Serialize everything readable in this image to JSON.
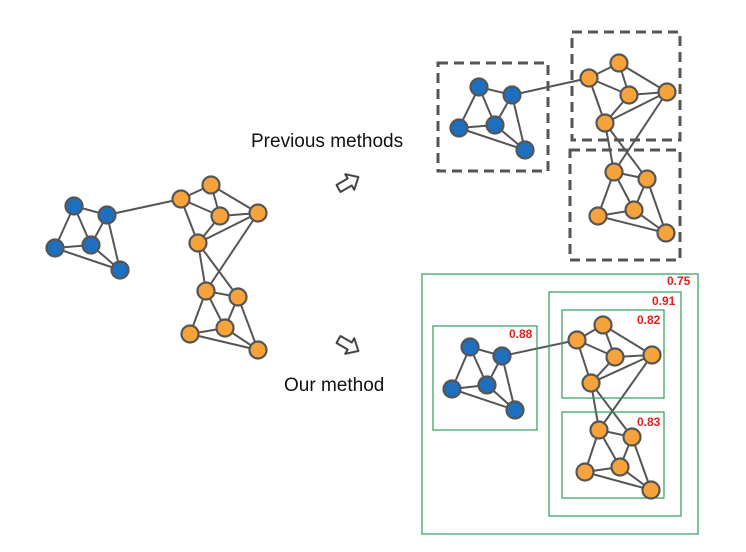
{
  "labels": {
    "previous": "Previous methods",
    "ours": "Our method"
  },
  "scores": {
    "outer": "0.75",
    "orange_group": "0.91",
    "orange_top": "0.82",
    "orange_bottom": "0.83",
    "blue_group": "0.88"
  },
  "colors": {
    "blue_node": "#1f6fbf",
    "orange_node": "#f5a33a",
    "community_box": "#2e9e57",
    "score_text": "#e02020"
  }
}
